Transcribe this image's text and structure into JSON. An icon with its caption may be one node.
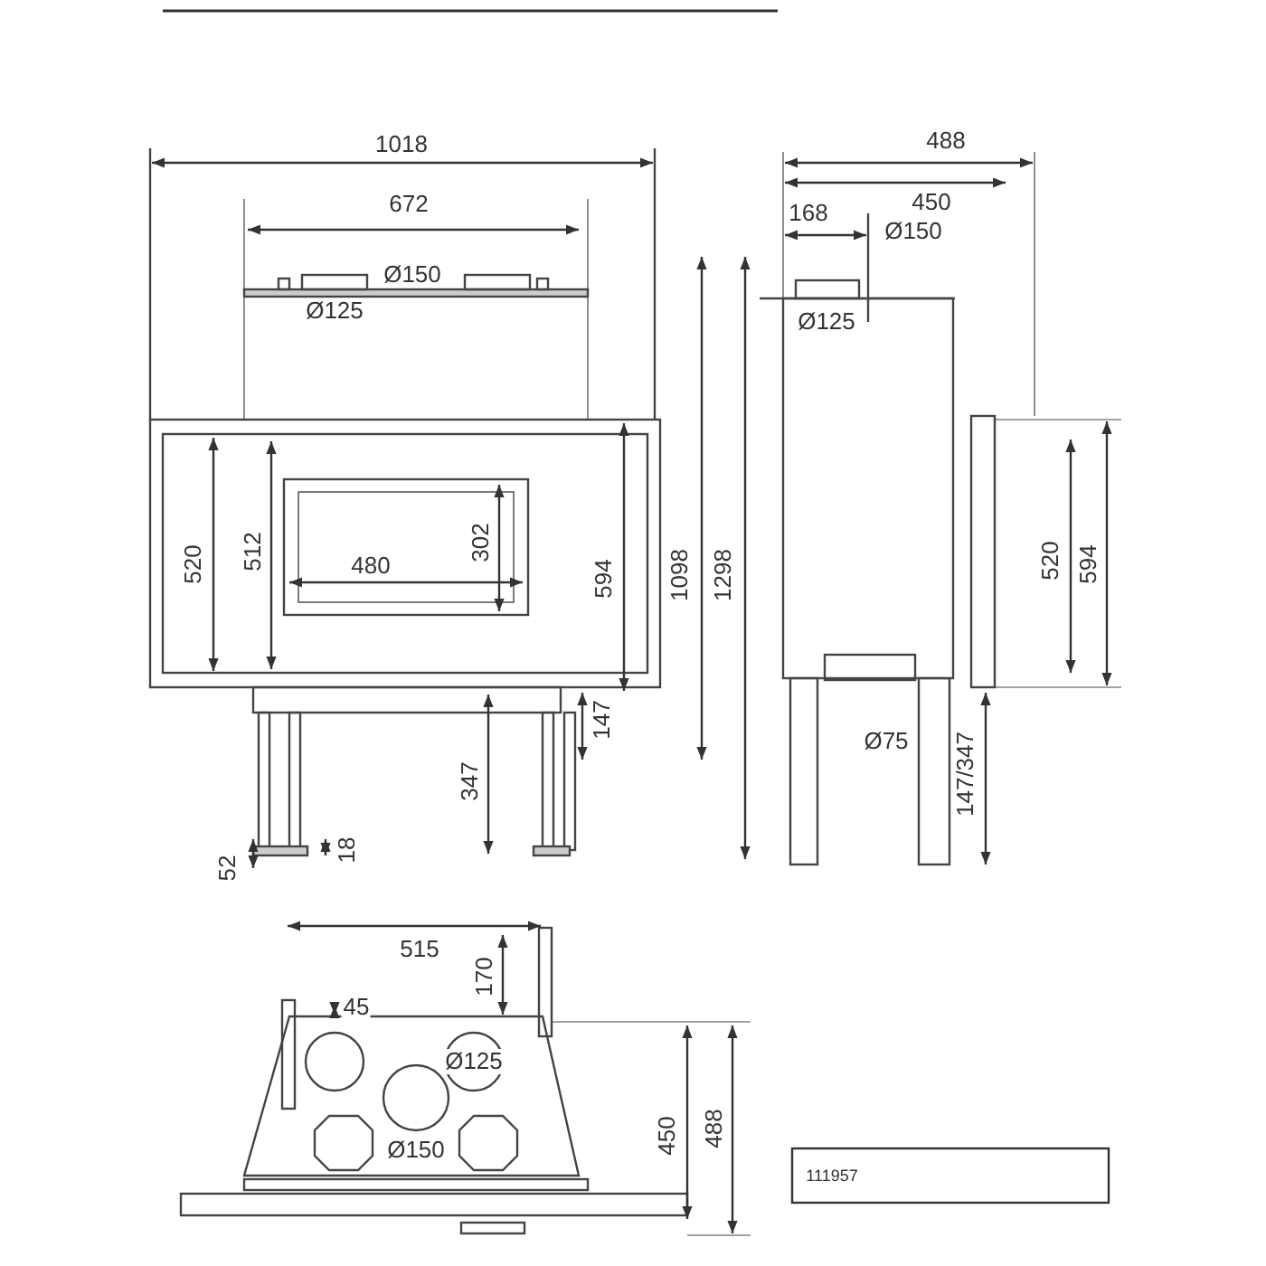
{
  "diagram": {
    "labels": [
      "1018",
      "672",
      "Ø150",
      "Ø125",
      "520",
      "512",
      "480",
      "302",
      "594",
      "1098",
      "1298",
      "147",
      "347",
      "52",
      "18",
      "488",
      "450",
      "168",
      "Ø150",
      "Ø125",
      "520",
      "594",
      "Ø75",
      "147/347",
      "515",
      "170",
      "45",
      "Ø125",
      "Ø150",
      "450",
      "488",
      "111957"
    ]
  }
}
